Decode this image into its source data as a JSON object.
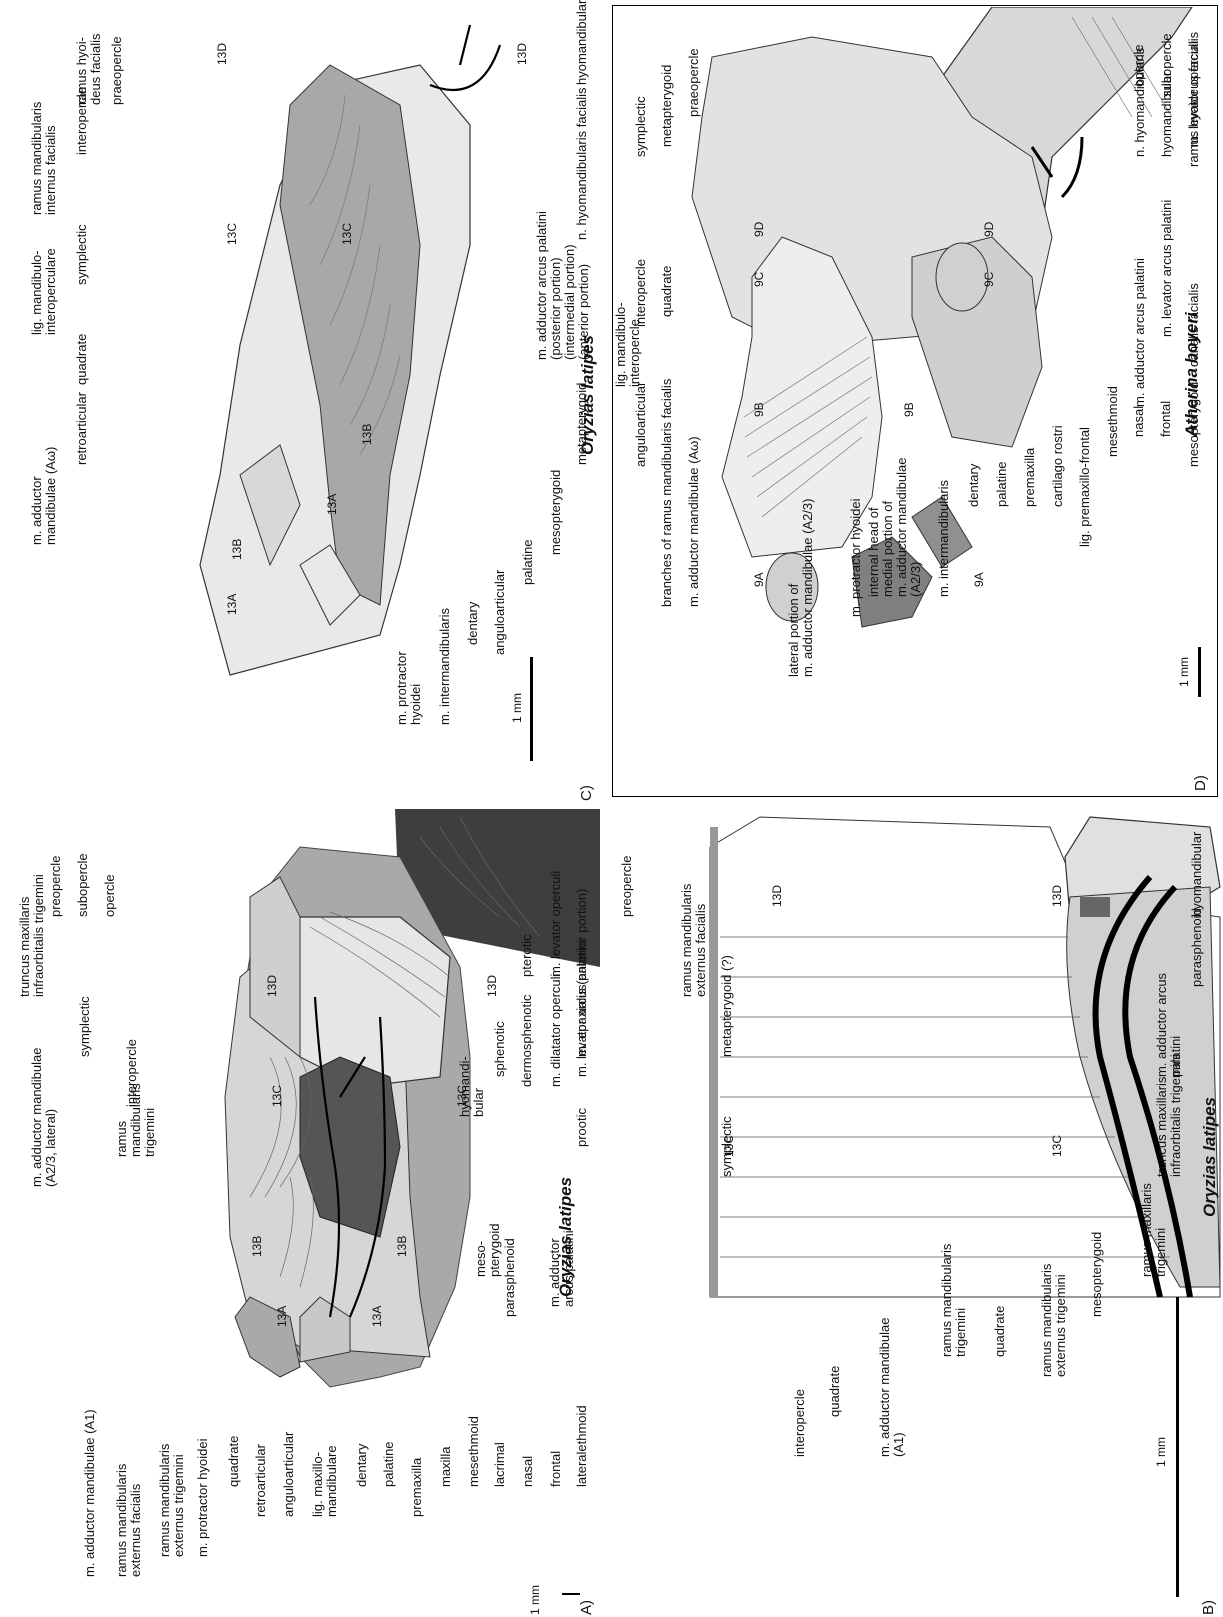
{
  "panels": {
    "a": {
      "letter": "A)",
      "species": "Oryzias latipes",
      "scale": "1 mm",
      "labels": {
        "lateralethmoid": "lateralethmoid",
        "frontal": "frontal",
        "nasal": "nasal",
        "lacrimal": "lacrimal",
        "mesethmoid": "mesethmoid",
        "maxilla": "maxilla",
        "premaxilla": "premaxilla",
        "palatine": "palatine",
        "dentary": "dentary",
        "lig_maxillo": "lig. maxillo-\nmandibulare",
        "anguloarticular": "anguloarticular",
        "retroarticular": "retroarticular",
        "quadrate": "quadrate",
        "protractor": "m. protractor hyoidei",
        "ramus_mand_ext_trig": "ramus mandibularis\nexternus trigemini",
        "ramus_mand_ext_fac": "ramus mandibularis\nexternus facialis",
        "adductor_a1": "m. adductor mandibulae (A1)",
        "adductor_arcus": "m. adductor\narcus palatini",
        "parasphenoid": "parasphenoid",
        "mesopterygoid": "meso-\npterygoid",
        "prootic": "prootic",
        "levator_arcus": "m. levator arcus palatini",
        "dilatator": "m. dilatator operculi",
        "dermosphenotic": "dermosphenotic",
        "sphenotic": "sphenotic",
        "hyomandibular": "hyomandi-\nbular",
        "epaxialis": "m. epaxialis (anterior portion)",
        "levator_operculi": "m. levator operculi",
        "pterotic": "pterotic",
        "opercle": "opercle",
        "subopercle": "subopercle",
        "preopercle": "preopercle",
        "truncus": "truncus maxillaris\ninfraorbitalis trigemini",
        "symplectic": "symplectic",
        "interopercle": "interopercle",
        "ramus_mand_trig": "ramus\nmandibularis\ntrigemini",
        "adductor_a23": "m. adductor mandibulae\n(A2/3, lateral)"
      },
      "tags": [
        "13A",
        "13A",
        "13B",
        "13B",
        "13C",
        "13C",
        "13D",
        "13D"
      ]
    },
    "b": {
      "letter": "B)",
      "species": "Oryzias latipes",
      "scale": "1 mm",
      "labels": {
        "ramus_max_trig": "ramus maxillaris\ntrigemini",
        "mesopterygoid": "mesopterygoid",
        "ramus_mand_ext_trig": "ramus mandibularis\nexternus trigemini",
        "quadrate1": "quadrate",
        "ramus_mand_trig": "ramus mandibularis\ntrigemini",
        "adductor_a1": "m. adductor mandibulae\n(A1)",
        "quadrate2": "quadrate",
        "interopercle": "interopercle",
        "truncus": "truncus maxillaris\ninfraorbitalis trigemini",
        "adductor_arcus": "m. adductor arcus\npalatini",
        "parasphenoid": "parasphenoid",
        "hyomandibular": "hyomandibular",
        "preopercle": "preopercle",
        "ramus_mand_ext_fac": "ramus mandibularis\nexternus facialis",
        "metapterygoid": "metapterygoid (?)",
        "symplectic": "symplectic"
      },
      "tags": [
        "13C",
        "13C",
        "13D",
        "13D"
      ]
    },
    "c": {
      "letter": "C)",
      "species": "Oryzias latipes",
      "scale": "1 mm",
      "labels": {
        "metapterygoid": "metapterygoid",
        "mesopterygoid": "mesopterygoid",
        "palatine": "palatine",
        "anguloarticular": "anguloarticular",
        "dentary": "dentary",
        "intermandibularis": "m. intermandibularis",
        "protractor": "m. protractor\nhyoidei",
        "adductor_arcus": "m. adductor arcus palatini\n(posterior portion)\n(intermedial portion)\n(anterior portion)",
        "n_hyomand": "n. hyomandibularis facialis",
        "hyomandibular": "hyomandibular",
        "praeopercle": "praeopercle",
        "ramus_hyoideus": "ramus hyoi-\ndeus facialis",
        "interopercle": "interopercle",
        "ramus_mand_int": "ramus mandibularis\ninternus facialis",
        "symplectic": "symplectic",
        "quadrate": "quadrate",
        "lig_mandibulo": "lig. mandibulo-\ninteroperculare",
        "retroarticular": "retroarticular",
        "adductor_aw": "m. adductor\nmandibulae (Aω)"
      },
      "tags": [
        "13A",
        "13A",
        "13B",
        "13B",
        "13C",
        "13C",
        "13D",
        "13D"
      ]
    },
    "d": {
      "letter": "D)",
      "species": "Atherina boyeri",
      "scale": "1 mm",
      "labels": {
        "mesopterygoid": "mesopterygoid",
        "frontal": "frontal",
        "nasal": "nasal",
        "mesethmoid": "mesethmoid",
        "lig_premax": "lig. premaxillo-frontal",
        "cartilago": "cartilago rostri",
        "premaxilla": "premaxilla",
        "palatine": "palatine",
        "dentary": "dentary",
        "intermandibularis": "m. intermandibularis",
        "internal_head": "internal head of\nmedial portion of\nm. adductor mandibulae\n(A2/3)",
        "protractor": "m. protractor hyoidei",
        "lateral_portion": "lateral portion of\nm. adductor mandibulae (A2/3)",
        "canalis": "canalis facialis",
        "levator_arcus": "m. levator arcus palatini",
        "adductor_arcus": "m. adductor arcus palatini",
        "ramus_hyoideus": "ramus hyoideus facialis",
        "hyomandibular": "hyomandibular",
        "n_hyomand": "n. hyomandibularis",
        "levator_operculi": "m. levator operculi",
        "subopercle": "subopercle",
        "opercle": "opercle",
        "praeopercle": "praeopercle",
        "metapterygoid": "metapterygoid",
        "symplectic": "symplectic",
        "quadrate": "quadrate",
        "interopercle": "interopercle",
        "lig_mandibulo": "lig. mandibulo-\ninteropercle",
        "anguloarticular": "anguloarticular",
        "branches": "branches of ramus mandibularis facialis",
        "adductor_aw": "m. adductor mandibulae (Aω)"
      },
      "tags": [
        "9A",
        "9A",
        "9B",
        "9B",
        "9C",
        "9C",
        "9D",
        "9D"
      ]
    }
  }
}
